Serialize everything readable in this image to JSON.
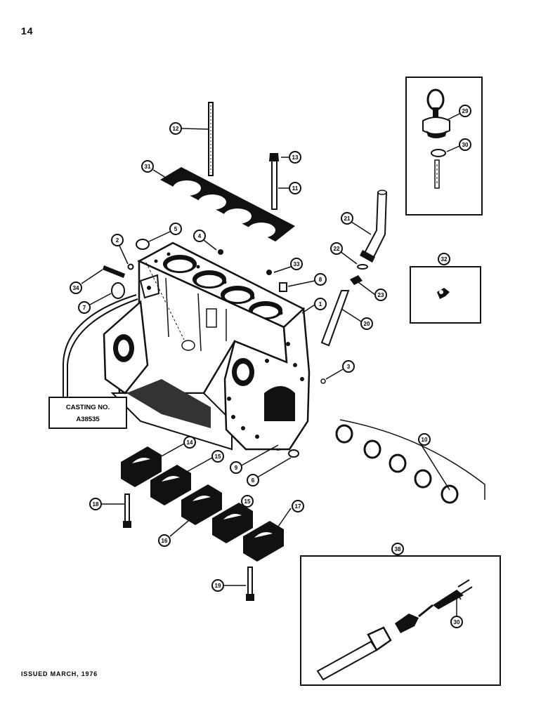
{
  "page_number": "14",
  "footer": "ISSUED MARCH, 1976",
  "casting_label": {
    "line1": "CASTING NO.",
    "line2": "A38535"
  },
  "callouts": {
    "c12": "12",
    "c13": "13",
    "c11": "11",
    "c31": "31",
    "c2": "2",
    "c5": "5",
    "c4": "4",
    "c34": "34",
    "c7": "7",
    "c33": "33",
    "c8a": "8",
    "c1": "1",
    "c21": "21",
    "c22": "22",
    "c23": "23",
    "c20": "20",
    "c3": "3",
    "c29": "29",
    "c30a": "30",
    "c32": "32",
    "c14": "14",
    "c15a": "15",
    "c9": "9",
    "c6": "6",
    "c10": "10",
    "c18": "18",
    "c16": "16",
    "c15b": "15",
    "c17": "17",
    "c19": "19",
    "c38": "38",
    "c30b": "30"
  },
  "colors": {
    "ink": "#111111",
    "paper": "#ffffff",
    "shade": "#222222"
  }
}
